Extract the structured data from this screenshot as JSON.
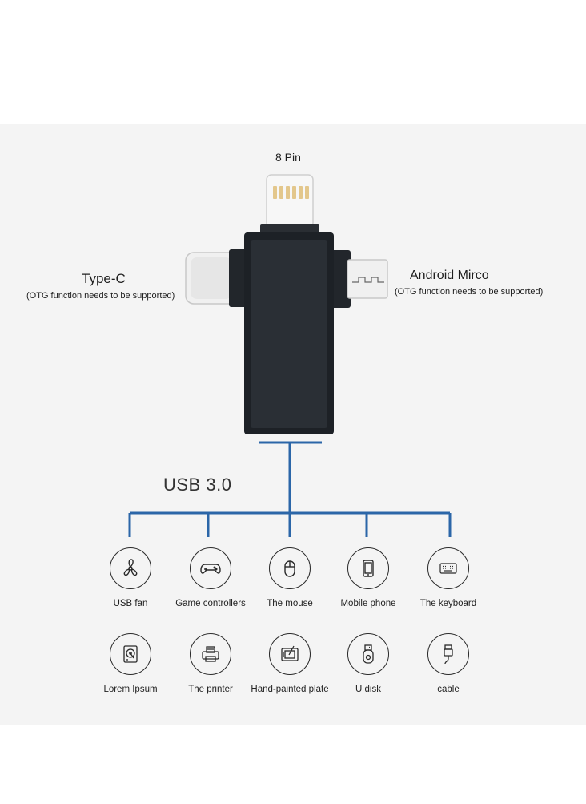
{
  "connector_top": {
    "label": "8 Pin"
  },
  "connector_left": {
    "title": "Type-C",
    "note": "(OTG function needs to be supported)"
  },
  "connector_right": {
    "title": "Android Mirco",
    "note": "(OTG function needs to be supported)"
  },
  "hub": {
    "label": "USB 3.0",
    "accent_color": "#2b66a8"
  },
  "devices_row1": [
    {
      "label": "USB fan",
      "icon": "fan-icon"
    },
    {
      "label": "Game controllers",
      "icon": "gamepad-icon"
    },
    {
      "label": "The mouse",
      "icon": "mouse-icon"
    },
    {
      "label": "Mobile phone",
      "icon": "phone-icon"
    },
    {
      "label": "The keyboard",
      "icon": "keyboard-icon"
    }
  ],
  "devices_row2": [
    {
      "label": "Lorem Ipsum",
      "icon": "hard-disk-icon"
    },
    {
      "label": "The printer",
      "icon": "printer-icon"
    },
    {
      "label": "Hand-painted plate",
      "icon": "drawing-tablet-icon"
    },
    {
      "label": "U disk",
      "icon": "usb-drive-icon"
    },
    {
      "label": "cable",
      "icon": "cable-icon"
    }
  ]
}
